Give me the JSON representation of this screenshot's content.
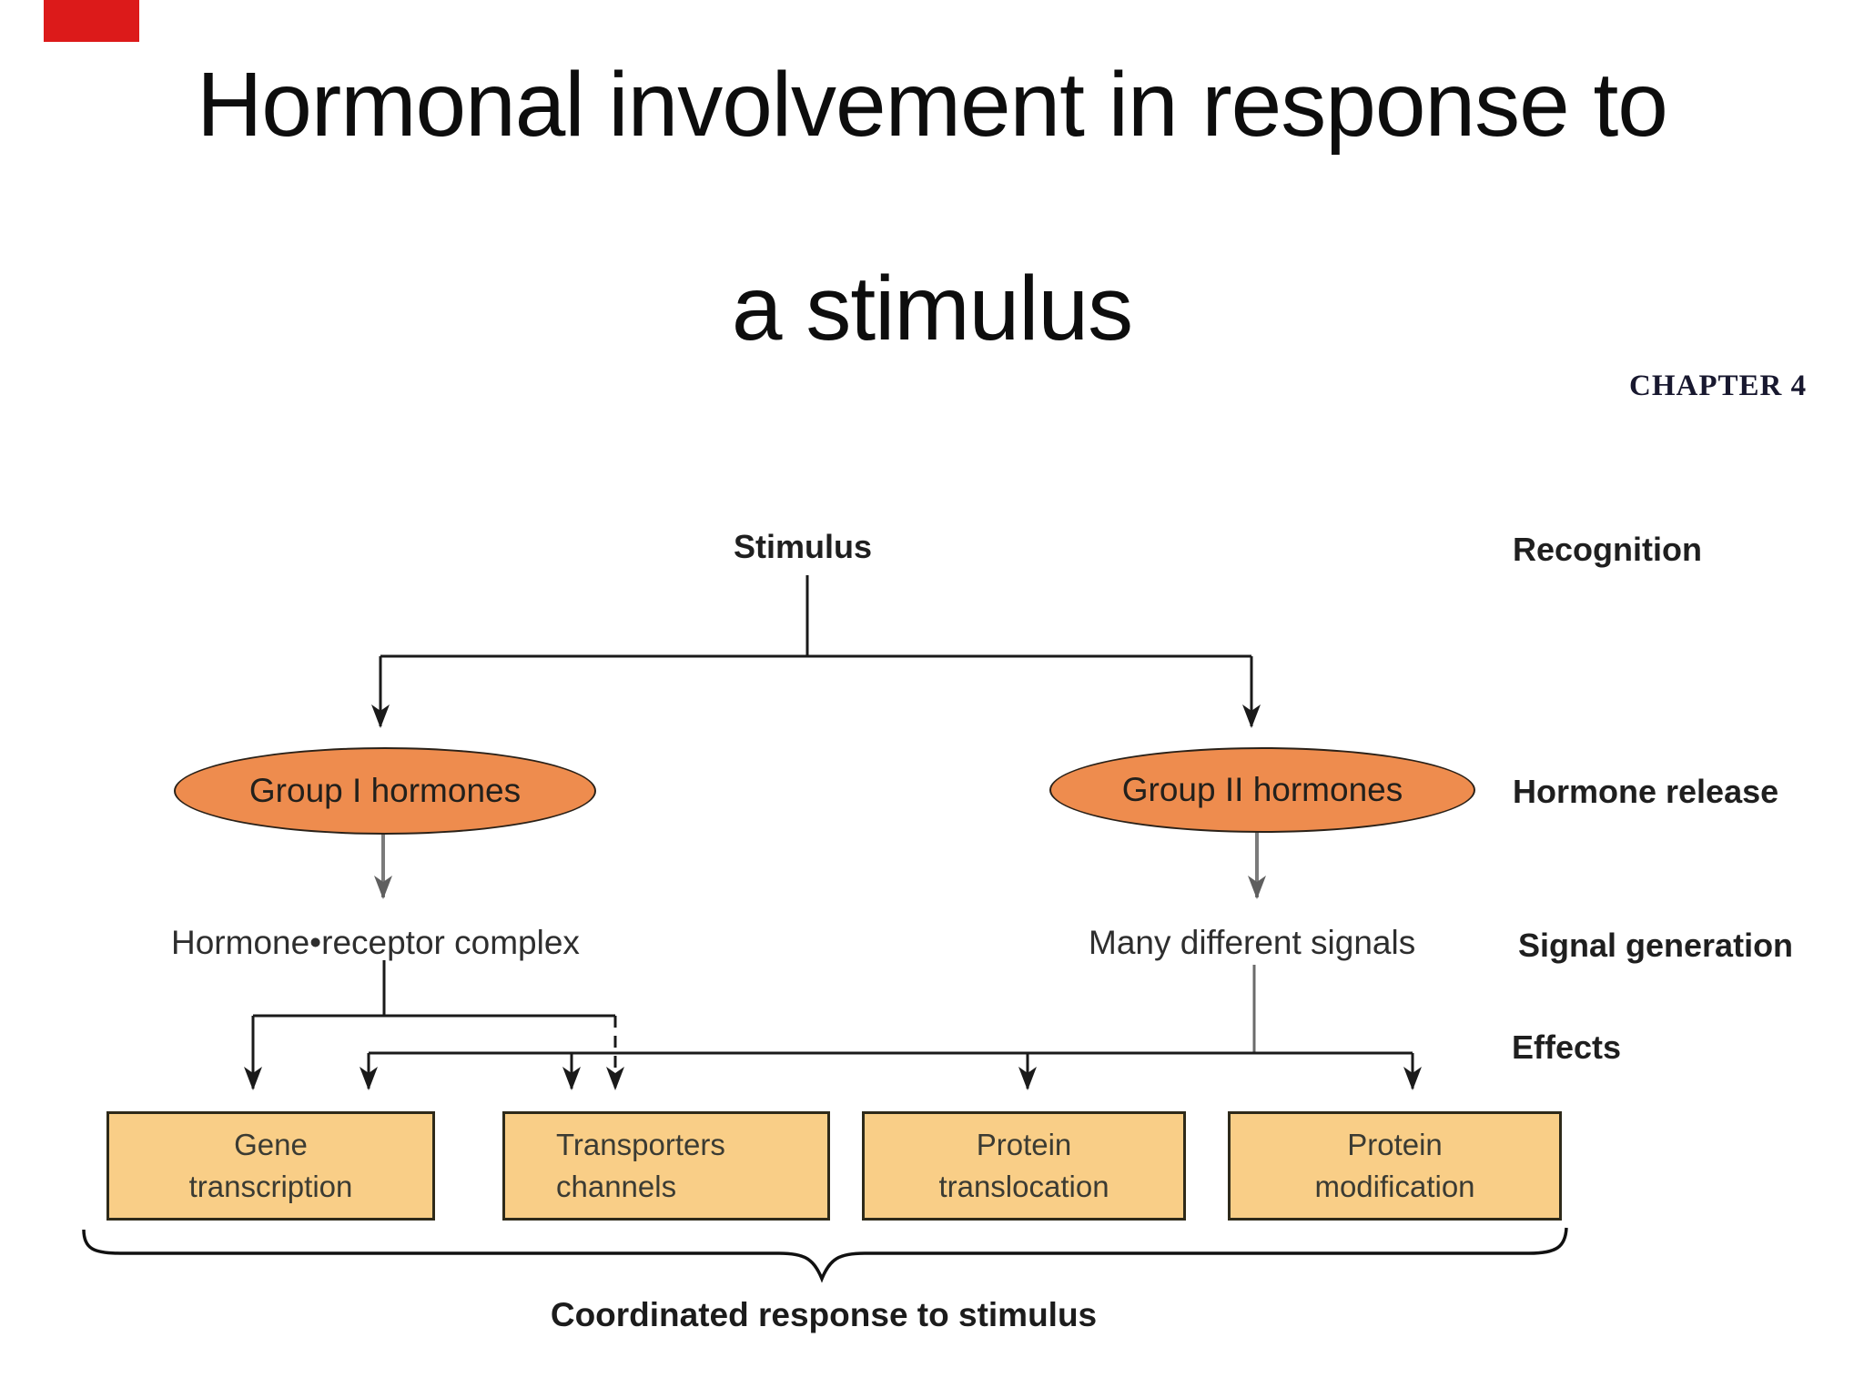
{
  "slide": {
    "title_line1": "Hormonal involvement in response to",
    "title_line2": "a stimulus",
    "chapter": "CHAPTER 4"
  },
  "diagram": {
    "stimulus": "Stimulus",
    "stages": {
      "recognition": "Recognition",
      "hormone_release": "Hormone release",
      "signal_generation": "Signal generation",
      "effects": "Effects"
    },
    "group1": "Group I hormones",
    "group2": "Group II hormones",
    "group1_result": "Hormone•receptor complex",
    "group2_result": "Many different signals",
    "boxes": [
      {
        "line1": "Gene",
        "line2": "transcription"
      },
      {
        "line1": "Transporters",
        "line2": "channels"
      },
      {
        "line1": "Protein",
        "line2": "translocation"
      },
      {
        "line1": "Protein",
        "line2": "modification"
      }
    ],
    "caption": "Coordinated response to stimulus",
    "colors": {
      "ellipse_fill": "#EE8C4E",
      "box_fill": "#F9CE87",
      "line": "#1A1A1A",
      "gray_line": "#7B7B7B",
      "red_marker": "#DC1A1A",
      "chapter_text": "#18182F"
    }
  }
}
